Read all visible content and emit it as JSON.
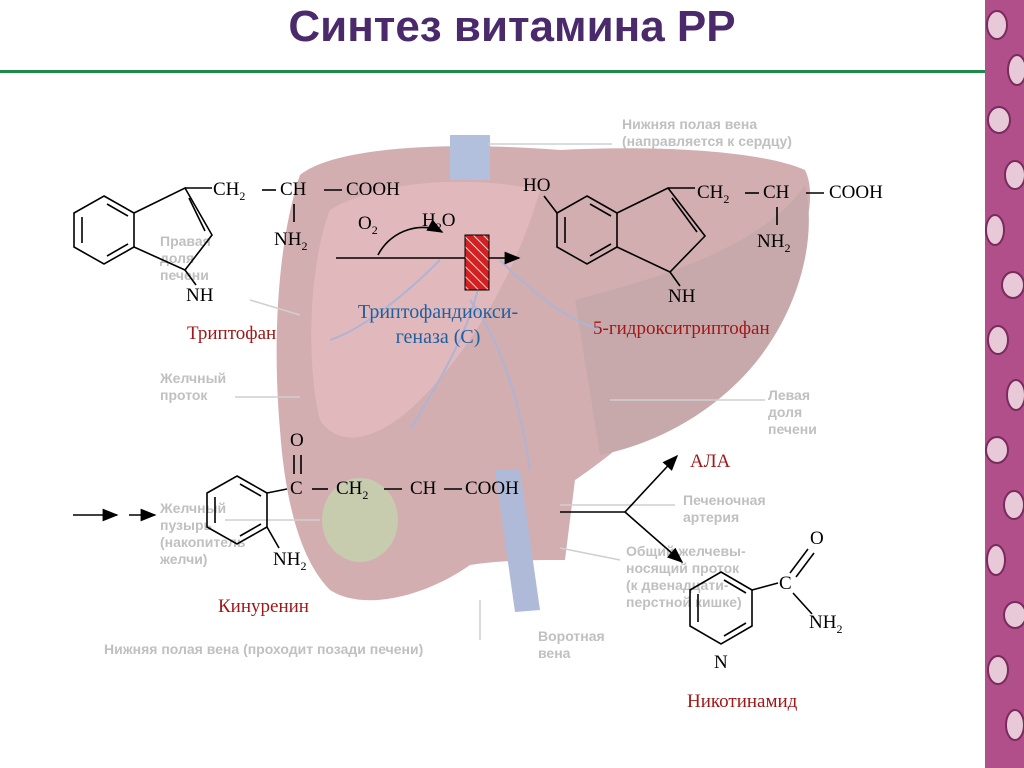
{
  "title": "Синтез витамина РР",
  "colors": {
    "title": "#4a2a6a",
    "rule": "#1f8a4c",
    "compound_label": "#a01818",
    "enzyme_label": "#1f5fa0",
    "enzyme_block": "#d42020",
    "background_text": "#c0c0c0",
    "liver": "#8a2e34",
    "side_strip": "#b04f8a"
  },
  "background_labels": {
    "inferior_vena_cava_top": [
      "Нижняя полая вена",
      "(направляется к сердцу)"
    ],
    "right_lobe": [
      "Правая",
      "доля",
      "печени"
    ],
    "bile_duct": [
      "Желчный",
      "проток"
    ],
    "left_lobe": [
      "Левая",
      "доля",
      "печени"
    ],
    "hepatic_artery": [
      "Печеночная",
      "артерия"
    ],
    "gallbladder": [
      "Желчный",
      "пузырь",
      "(накопитель",
      "желчи)"
    ],
    "common_bile_duct": [
      "Общий желчевы-",
      "носящий проток",
      "(к двенадцати-",
      "перстной кишке)"
    ],
    "portal_vein": [
      "Воротная",
      "вена"
    ],
    "inferior_vena_cava_bottom": "Нижняя полая вена (проходит позади печени)"
  },
  "compounds": {
    "tryptophan": {
      "label": "Триптофан",
      "ch2": "CH",
      "ch2_sub": "2",
      "ch": "CH",
      "cooh": "COOH",
      "nh2": "NH",
      "nh2_sub": "2",
      "nh": "NH"
    },
    "hydroxytryptophan": {
      "label": "5-гидрокситриптофан",
      "ho": "HO",
      "ch2": "CH",
      "ch2_sub": "2",
      "ch": "CH",
      "cooh": "COOH",
      "nh2": "NH",
      "nh2_sub": "2",
      "nh": "NH"
    },
    "kynurenine": {
      "label": "Кинуренин",
      "o": "O",
      "c": "C",
      "ch2": "CH",
      "ch2_sub": "2",
      "ch": "CH",
      "cooh": "COOH",
      "nh2": "NH",
      "nh2_sub": "2"
    },
    "nicotinamide": {
      "label": "Никотинамид",
      "o": "O",
      "c": "C",
      "nh2": "NH",
      "nh2_sub": "2",
      "n": "N"
    }
  },
  "reaction": {
    "o2": "O",
    "o2_sub": "2",
    "h2o_left": "H",
    "h2o_sub": "2",
    "h2o_right": "O",
    "enzyme_line1": "Триптофандиокси-",
    "enzyme_line2": "геназа (С)"
  },
  "branch": {
    "ala": "АЛА"
  }
}
